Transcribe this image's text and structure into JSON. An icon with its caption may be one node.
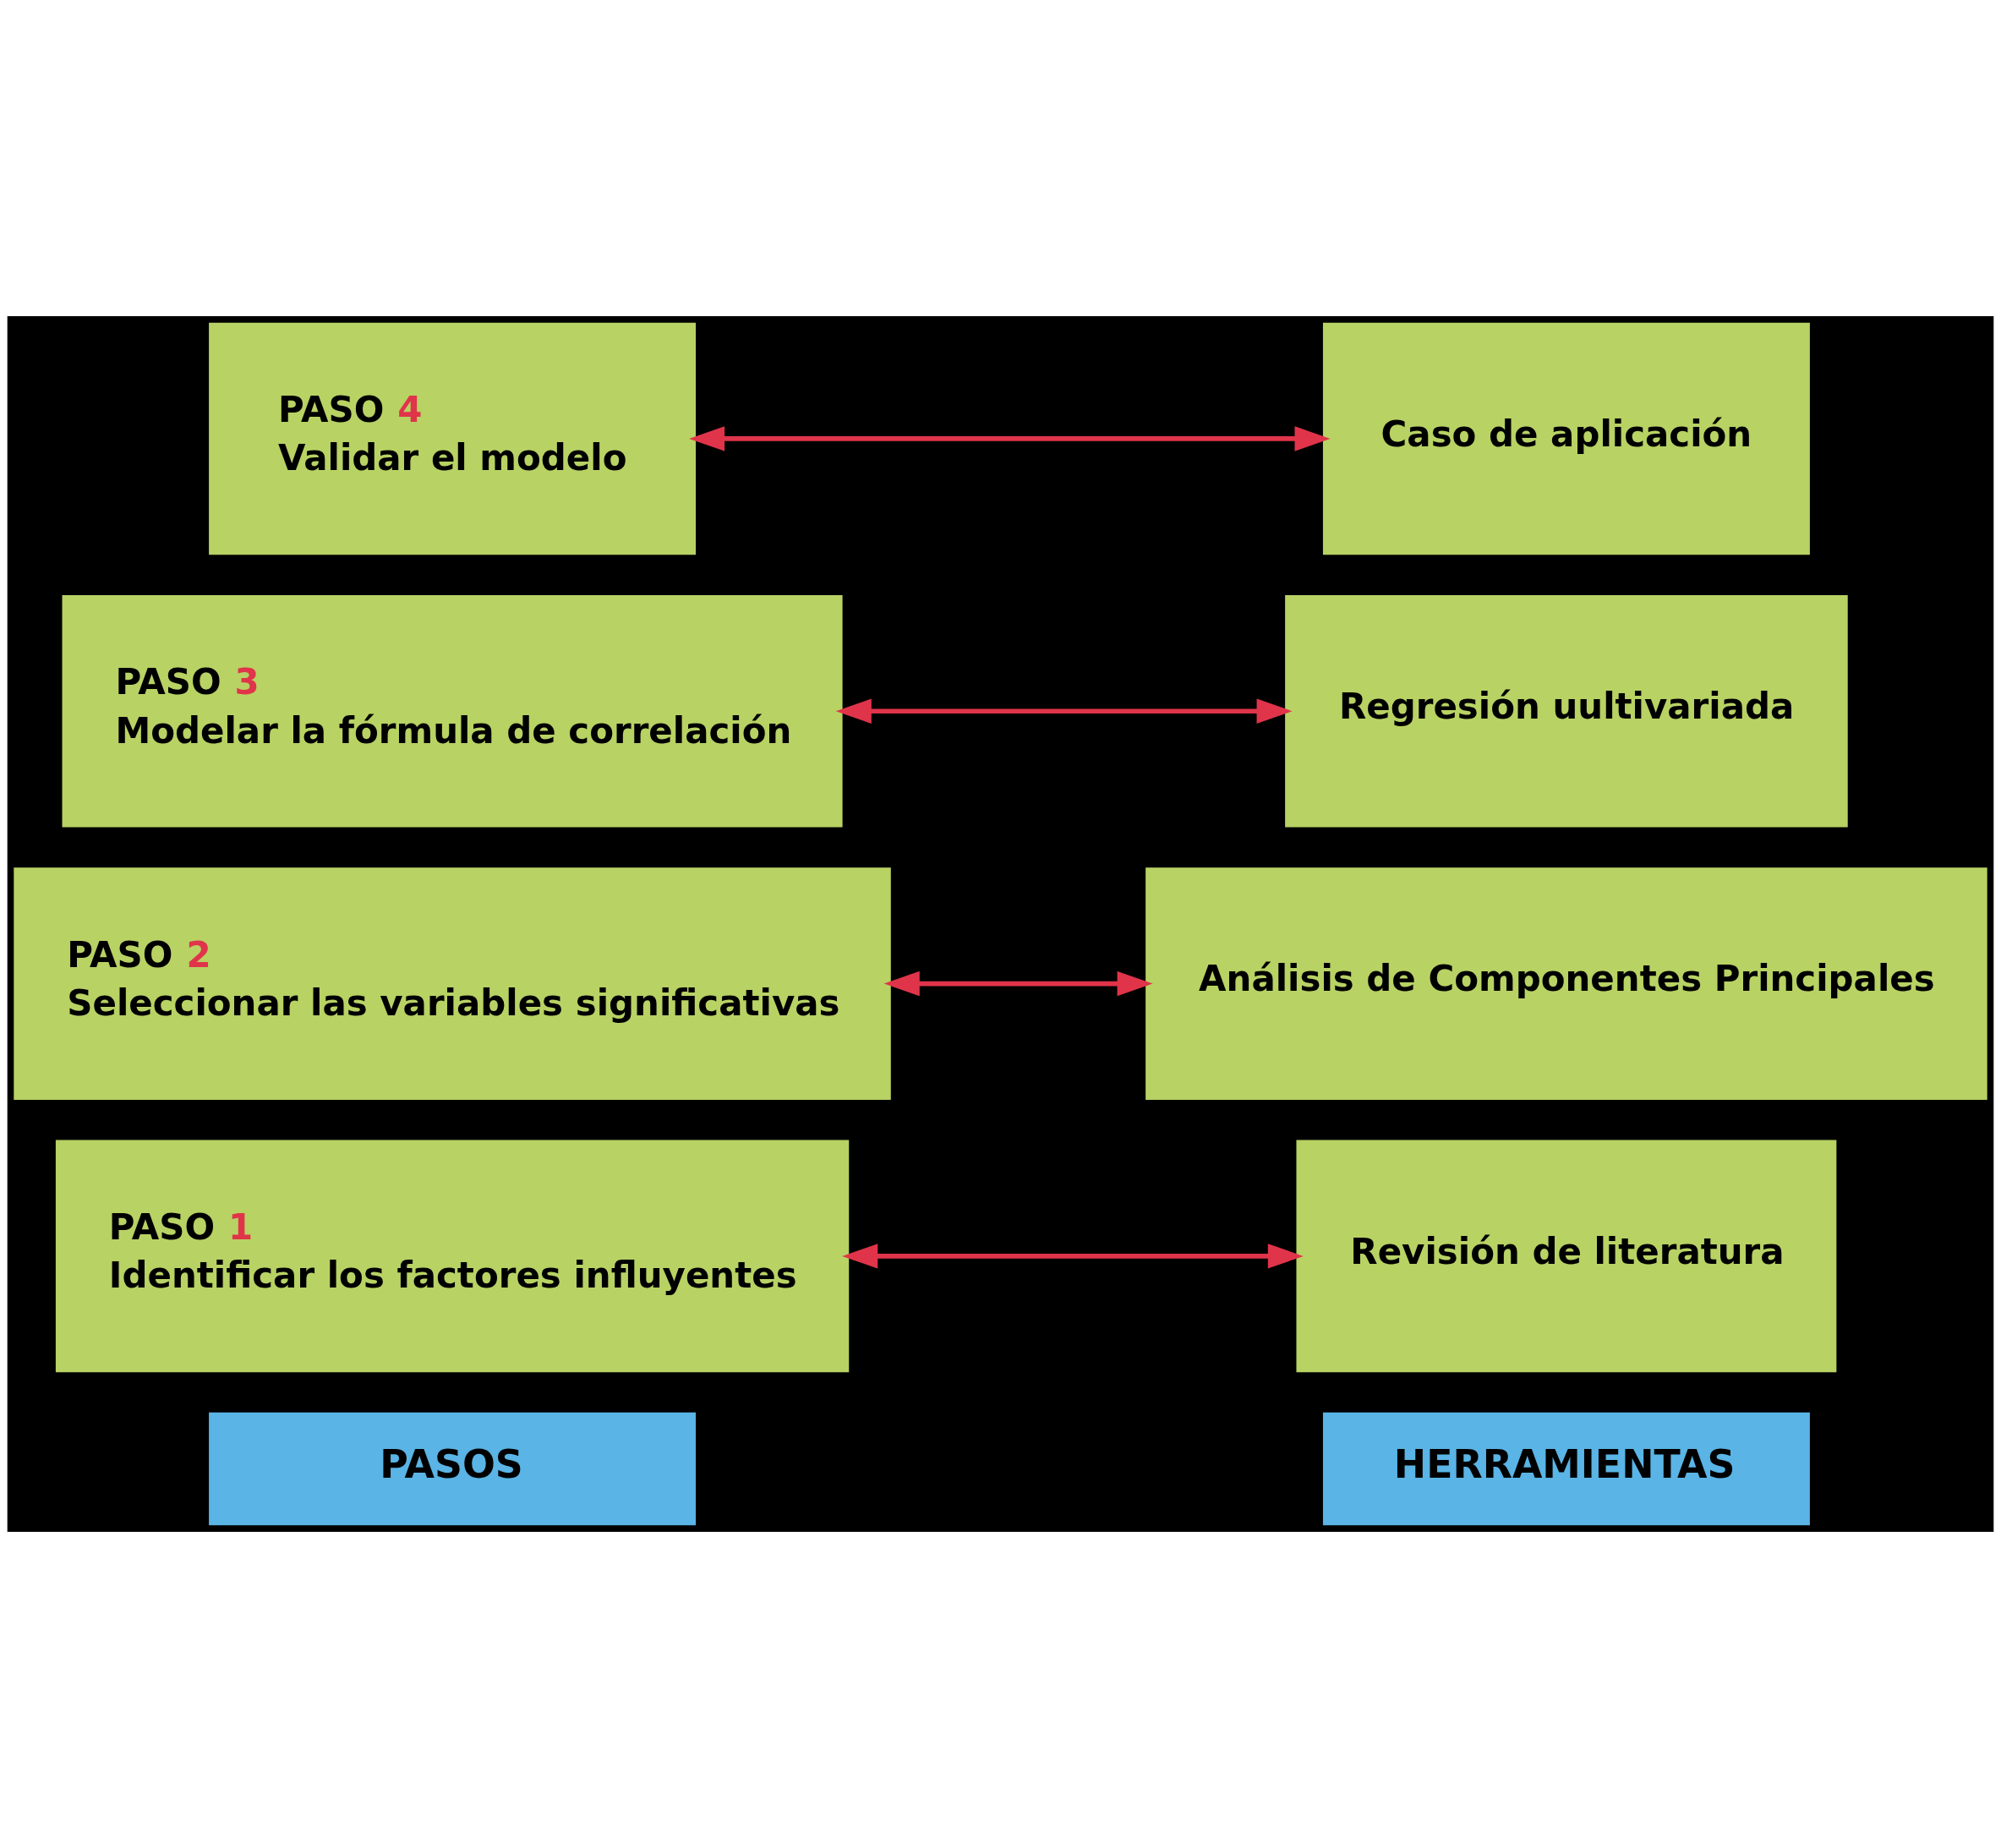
{
  "diagram": {
    "nodes": [
      {
        "text": [
          "PASOS"
        ]
      },
      {
        "text": [
          "HERRAMIENTAS"
        ]
      },
      {
        "text": [
          "PASO 1",
          "Identificar los factores influyentes"
        ]
      },
      {
        "text": [
          "Revisión de literatura"
        ]
      },
      {
        "text": [
          "PASO 2",
          "Seleccionar las variables significativas"
        ]
      },
      {
        "text": [
          "Análisis de Componentes Principales"
        ]
      },
      {
        "text": [
          "PASO 3",
          "Modelar la fórmula de correlación"
        ]
      },
      {
        "text": [
          "Regresión uultivariada"
        ]
      },
      {
        "text": [
          "PASO 4",
          "Validar el modelo"
        ]
      },
      {
        "text": [
          "Caso de aplicación"
        ]
      }
    ],
    "edges": [
      {
        "from": 2,
        "to": 3,
        "arrow": "both"
      },
      {
        "from": 4,
        "to": 5,
        "arrow": "both"
      },
      {
        "from": 6,
        "to": 7,
        "arrow": "both"
      },
      {
        "from": 8,
        "to": 9,
        "arrow": "both"
      }
    ]
  }
}
